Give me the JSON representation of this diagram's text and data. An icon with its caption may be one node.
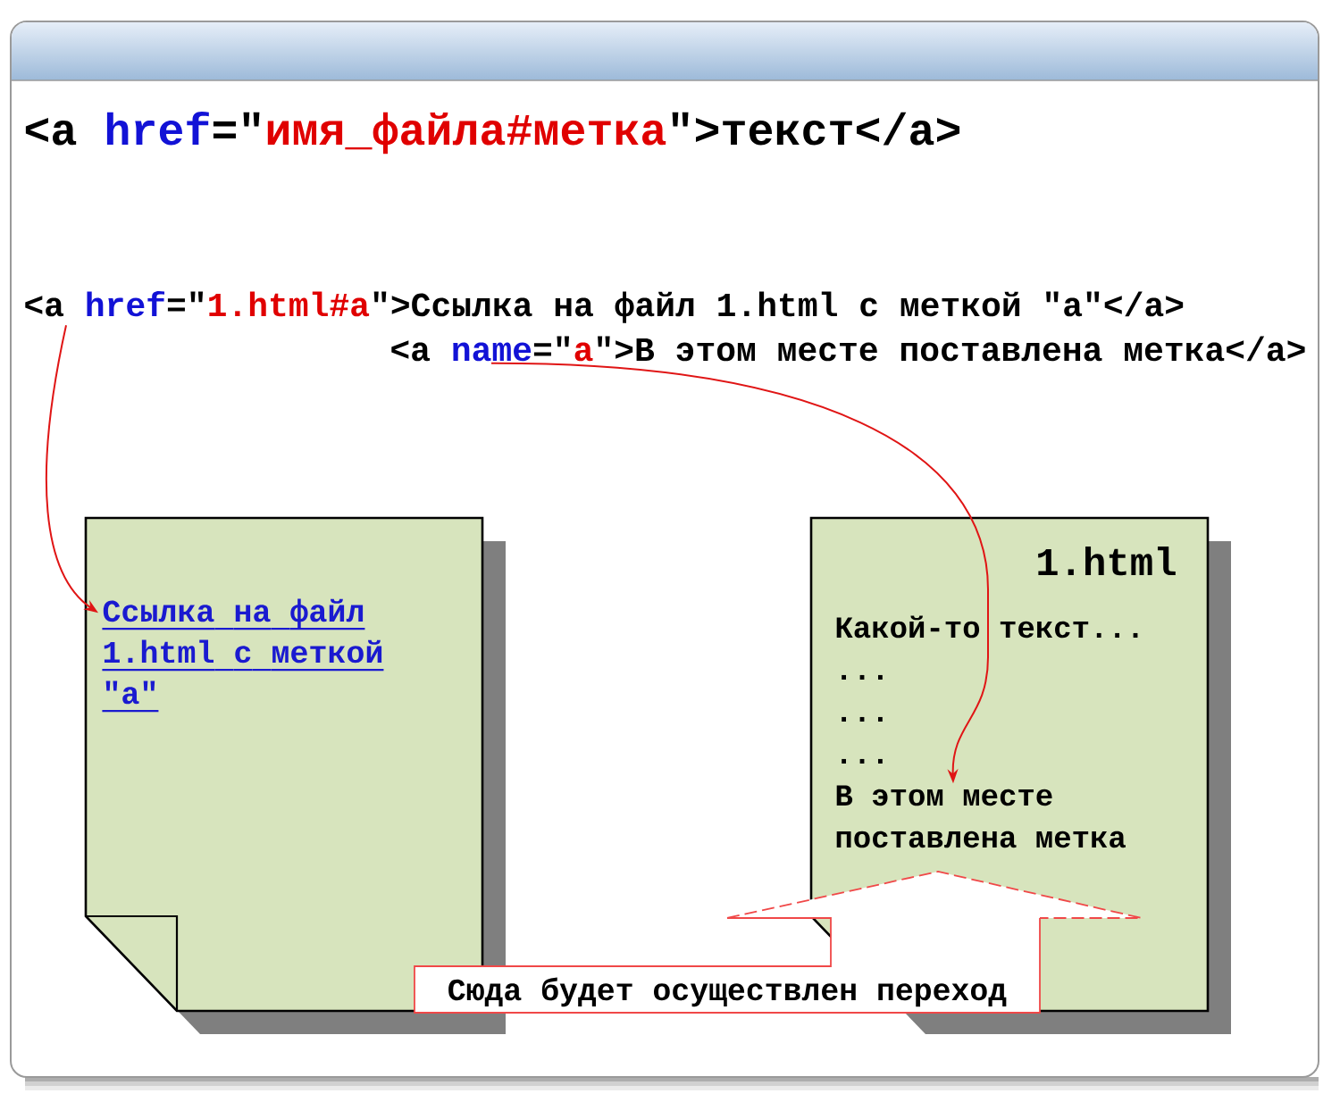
{
  "diagram": {
    "nodes": [
      {
        "text": [
          "<a href=\"1.html#a\">Ссылка на файл 1.html с меткой \"a\"</a>"
        ]
      },
      {
        "text": [
          "<a name=\"a\">В этом месте поставлена метка</a>"
        ]
      },
      {
        "text": [],
        "shape": "document"
      },
      {
        "text": [
          "Ссылка на файл 1.html с меткой \"a\""
        ],
        "in": 2
      },
      {
        "text": [
          "1.html",
          "Какой-то текст...",
          "...",
          "...",
          "..."
        ]
      },
      {
        "text": [
          "В этом месте поставлена метка"
        ],
        "in": 4
      },
      {
        "text": [
          "Сюда будет осуществлен переход"
        ]
      }
    ],
    "edges": [
      {
        "from": 0,
        "to": 3,
        "arrow": "to"
      },
      {
        "from": 1,
        "to": 5,
        "arrow": "to"
      }
    ],
    "labels": [
      "<a href=\"имя_файла#метка\">текст</a>"
    ]
  }
}
